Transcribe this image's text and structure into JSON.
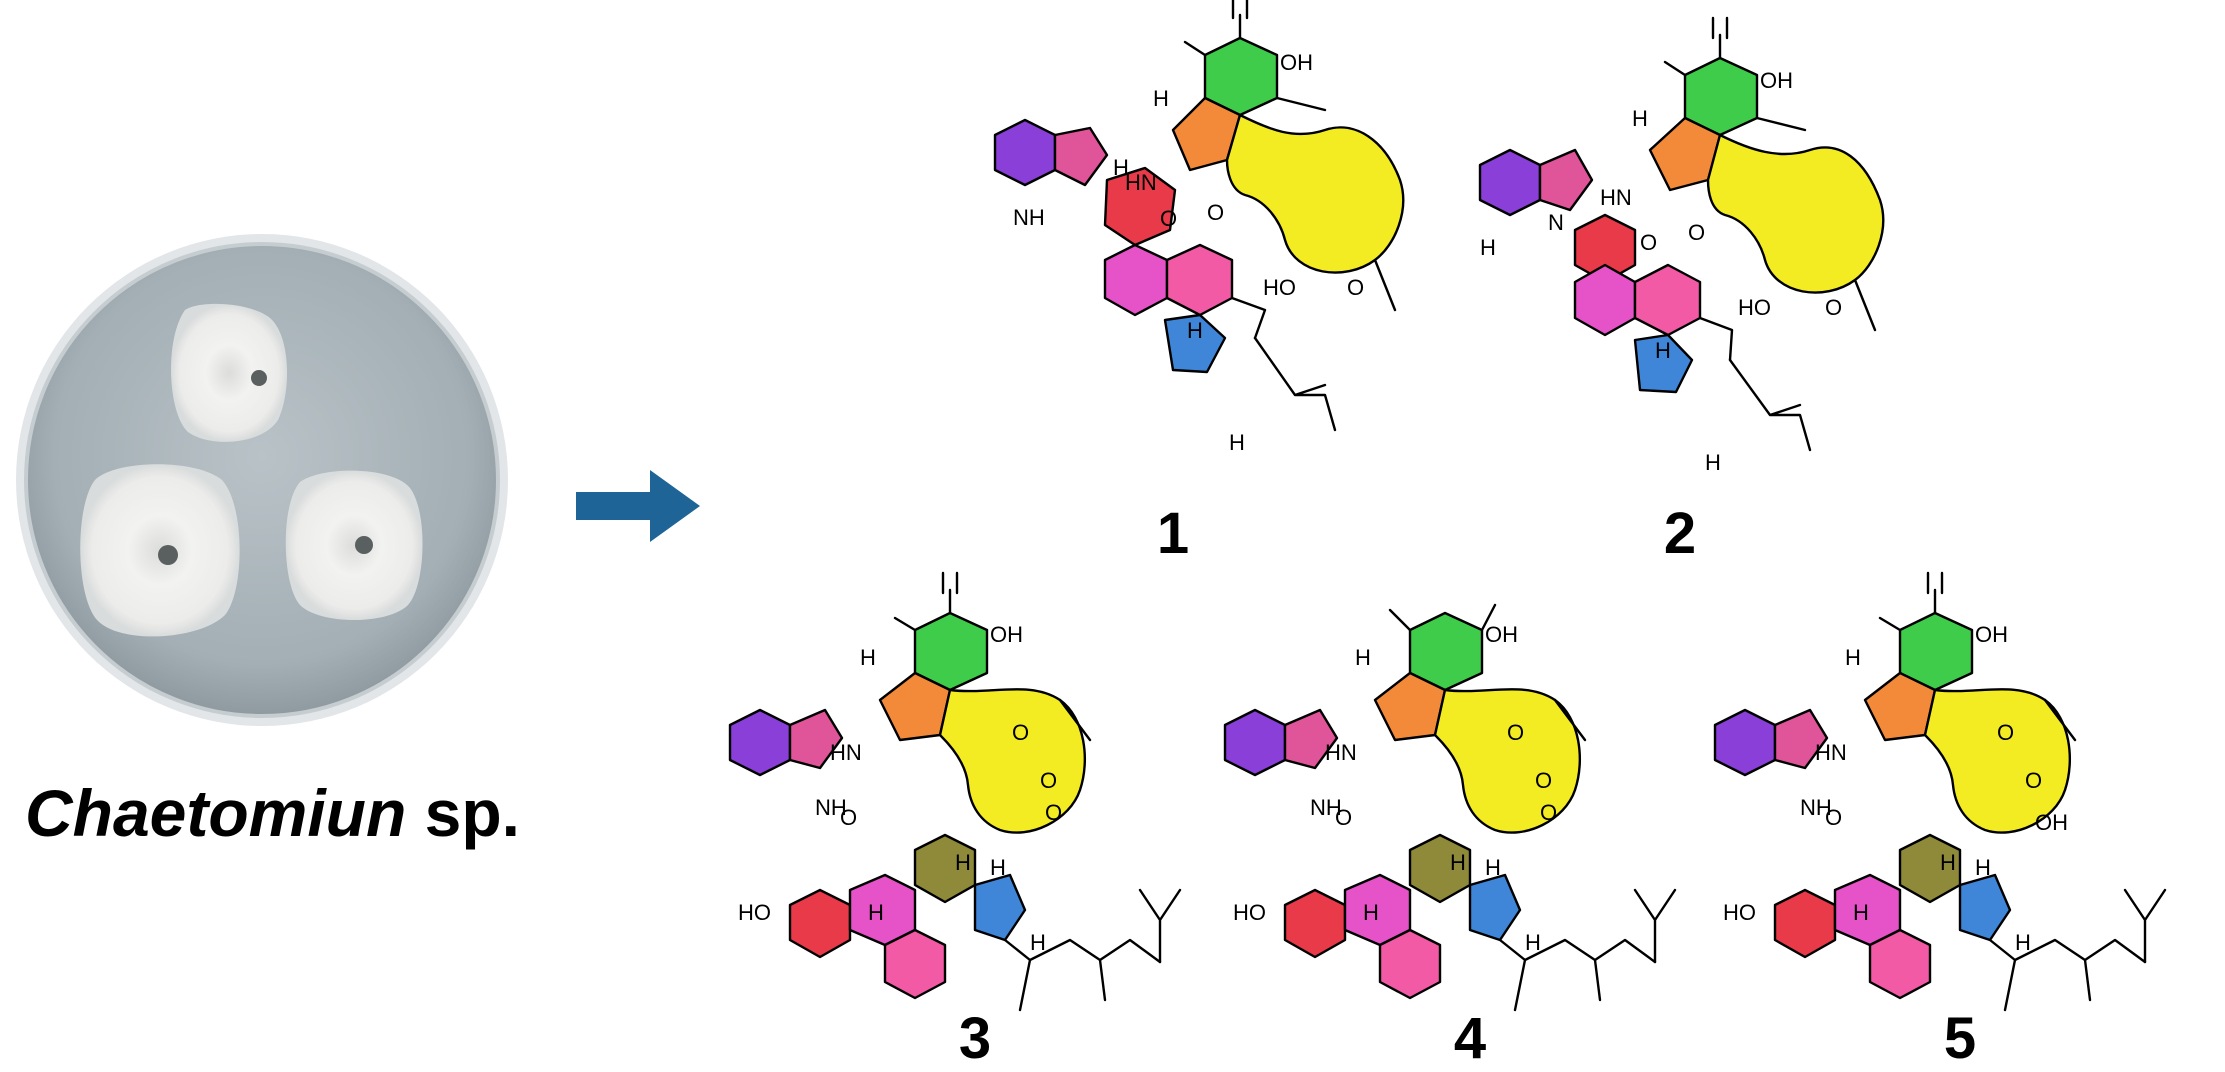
{
  "organism": {
    "genus": "Chaetomiun",
    "suffix": " sp."
  },
  "compounds": [
    {
      "number": "1"
    },
    {
      "number": "2"
    },
    {
      "number": "3"
    },
    {
      "number": "4"
    },
    {
      "number": "5"
    }
  ],
  "atom_labels": {
    "oh": "OH",
    "ho": "HO",
    "h": "H",
    "nh": "NH",
    "hn": "HN",
    "o": "O",
    "n": "N"
  },
  "colors": {
    "indole_benzene": "#8a3fd8",
    "indole_pyrrole": "#e0559a",
    "cyclohexene_green": "#3fcc4a",
    "lactam_orange": "#f28a3a",
    "macrocycle_yellow": "#f4ec23",
    "red_ring": "#e83a48",
    "magenta_ring": "#e653c8",
    "pink_ring": "#f25aa6",
    "blue_ring": "#3f86d8",
    "olive_ring": "#8f8a3a",
    "arrow": "#1e6496",
    "dish_rim": "#d8dde0",
    "dish_agar": "#a9b4b9"
  }
}
